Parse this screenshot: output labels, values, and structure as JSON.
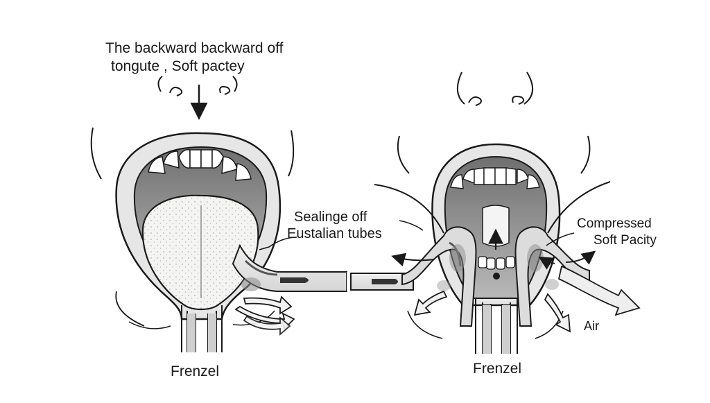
{
  "labels": {
    "top_caption_line1": "The backward backward off",
    "top_caption_line2": "tongute , Soft pactey",
    "middle_label_line1": "Sealinge off",
    "middle_label_line2": "Eustalian tubes",
    "right_label_line1": "Compressed",
    "right_label_line2": "Soft Pacity",
    "air_label": "Air",
    "left_caption": "Frenzel",
    "right_caption": "Frenzel"
  },
  "colors": {
    "ink": "#1a1a1a",
    "shade": "#9a9a9a",
    "tissue": "#e9e9e9",
    "tongue": "#f4f4f2",
    "arrow_fill": "#f2f2f2"
  }
}
